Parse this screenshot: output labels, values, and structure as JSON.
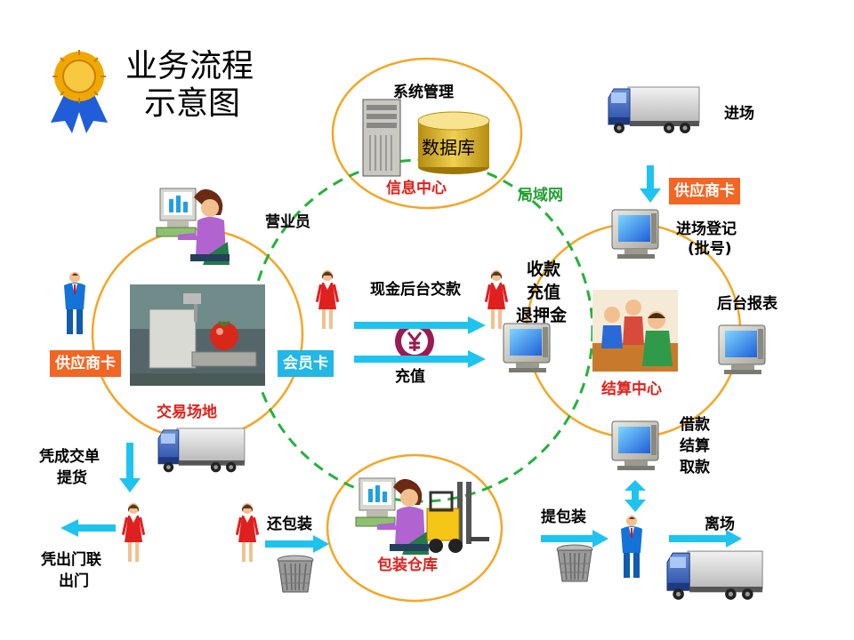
{
  "title_line1": "业务流程",
  "title_line2": "示意图",
  "labels": {
    "info_center": "信息中心",
    "system_admin": "系统管理",
    "database": "数据库",
    "lan": "局域网",
    "clerk": "营业员",
    "entry": "进场",
    "entry_register_1": "进场登记",
    "entry_register_2": "(批号)",
    "collect_1": "收款",
    "collect_2": "充值",
    "collect_3": "退押金",
    "cash_pay": "现金后台交款",
    "recharge": "充值",
    "backend_report": "后台报表",
    "settlement_center": "结算中心",
    "trading_venue": "交易场地",
    "loan_1": "借款",
    "loan_2": "结算",
    "loan_3": "取款",
    "pickup_1": "凭成交单",
    "pickup_2": "提货",
    "exit_1": "凭出门联",
    "exit_2": "出门",
    "return_pack": "还包装",
    "pack_warehouse": "包装仓库",
    "take_pack": "提包装",
    "leave": "离场"
  },
  "cards": {
    "supplier_card_right": "供应商卡",
    "supplier_card_left": "供应商卡",
    "member_card": "会员卡"
  },
  "colors": {
    "ring": "#f5a623",
    "lan": "#22b33a",
    "arrow": "#1fc3ef",
    "red_text": "#e0201b",
    "orange_card": "#f26522",
    "cyan_card": "#21b7e6"
  }
}
